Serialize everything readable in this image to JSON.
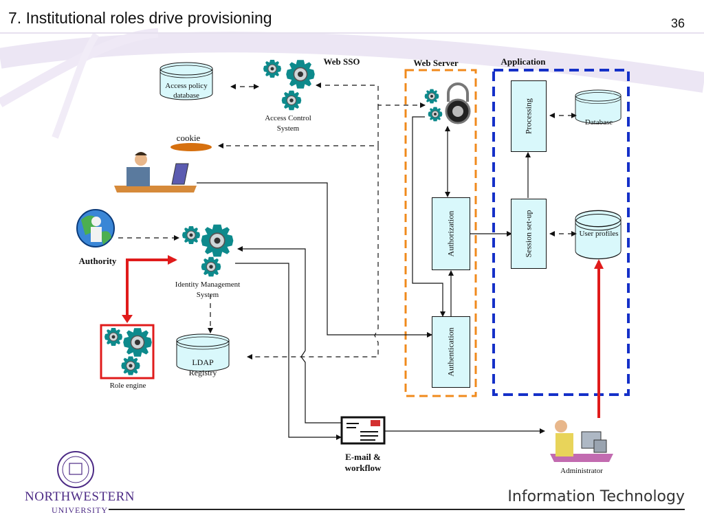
{
  "slide": {
    "title": "7. Institutional roles drive provisioning",
    "page_number": "36"
  },
  "diagram": {
    "web_sso": "Web SSO",
    "web_server": "Web Server",
    "application": "Application",
    "access_policy_database": "Access policy database",
    "access_control_system": "Access Control System",
    "cookie": "cookie",
    "authority": "Authority",
    "identity_management_system": "Identity Management System",
    "ldap_registry": "LDAP Registry",
    "role_engine": "Role engine",
    "authorization": "Authorization",
    "authentication": "Authentication",
    "processing": "Processing",
    "session_setup": "Session set-up",
    "database": "Database",
    "user_profiles": "User profiles",
    "email_workflow": "E-mail & workflow",
    "administrator": "Administrator"
  },
  "footer": {
    "org_name": "NORTHWESTERN",
    "org_sub": "UNIVERSITY",
    "department": "Information Technology"
  },
  "colors": {
    "gear": "#0d8a8c",
    "box_fill": "#d9f8fb",
    "web_server_border": "#f08a1c",
    "application_border": "#1530c8",
    "highlight_red": "#e01b1b",
    "university_purple": "#4c2a85"
  }
}
